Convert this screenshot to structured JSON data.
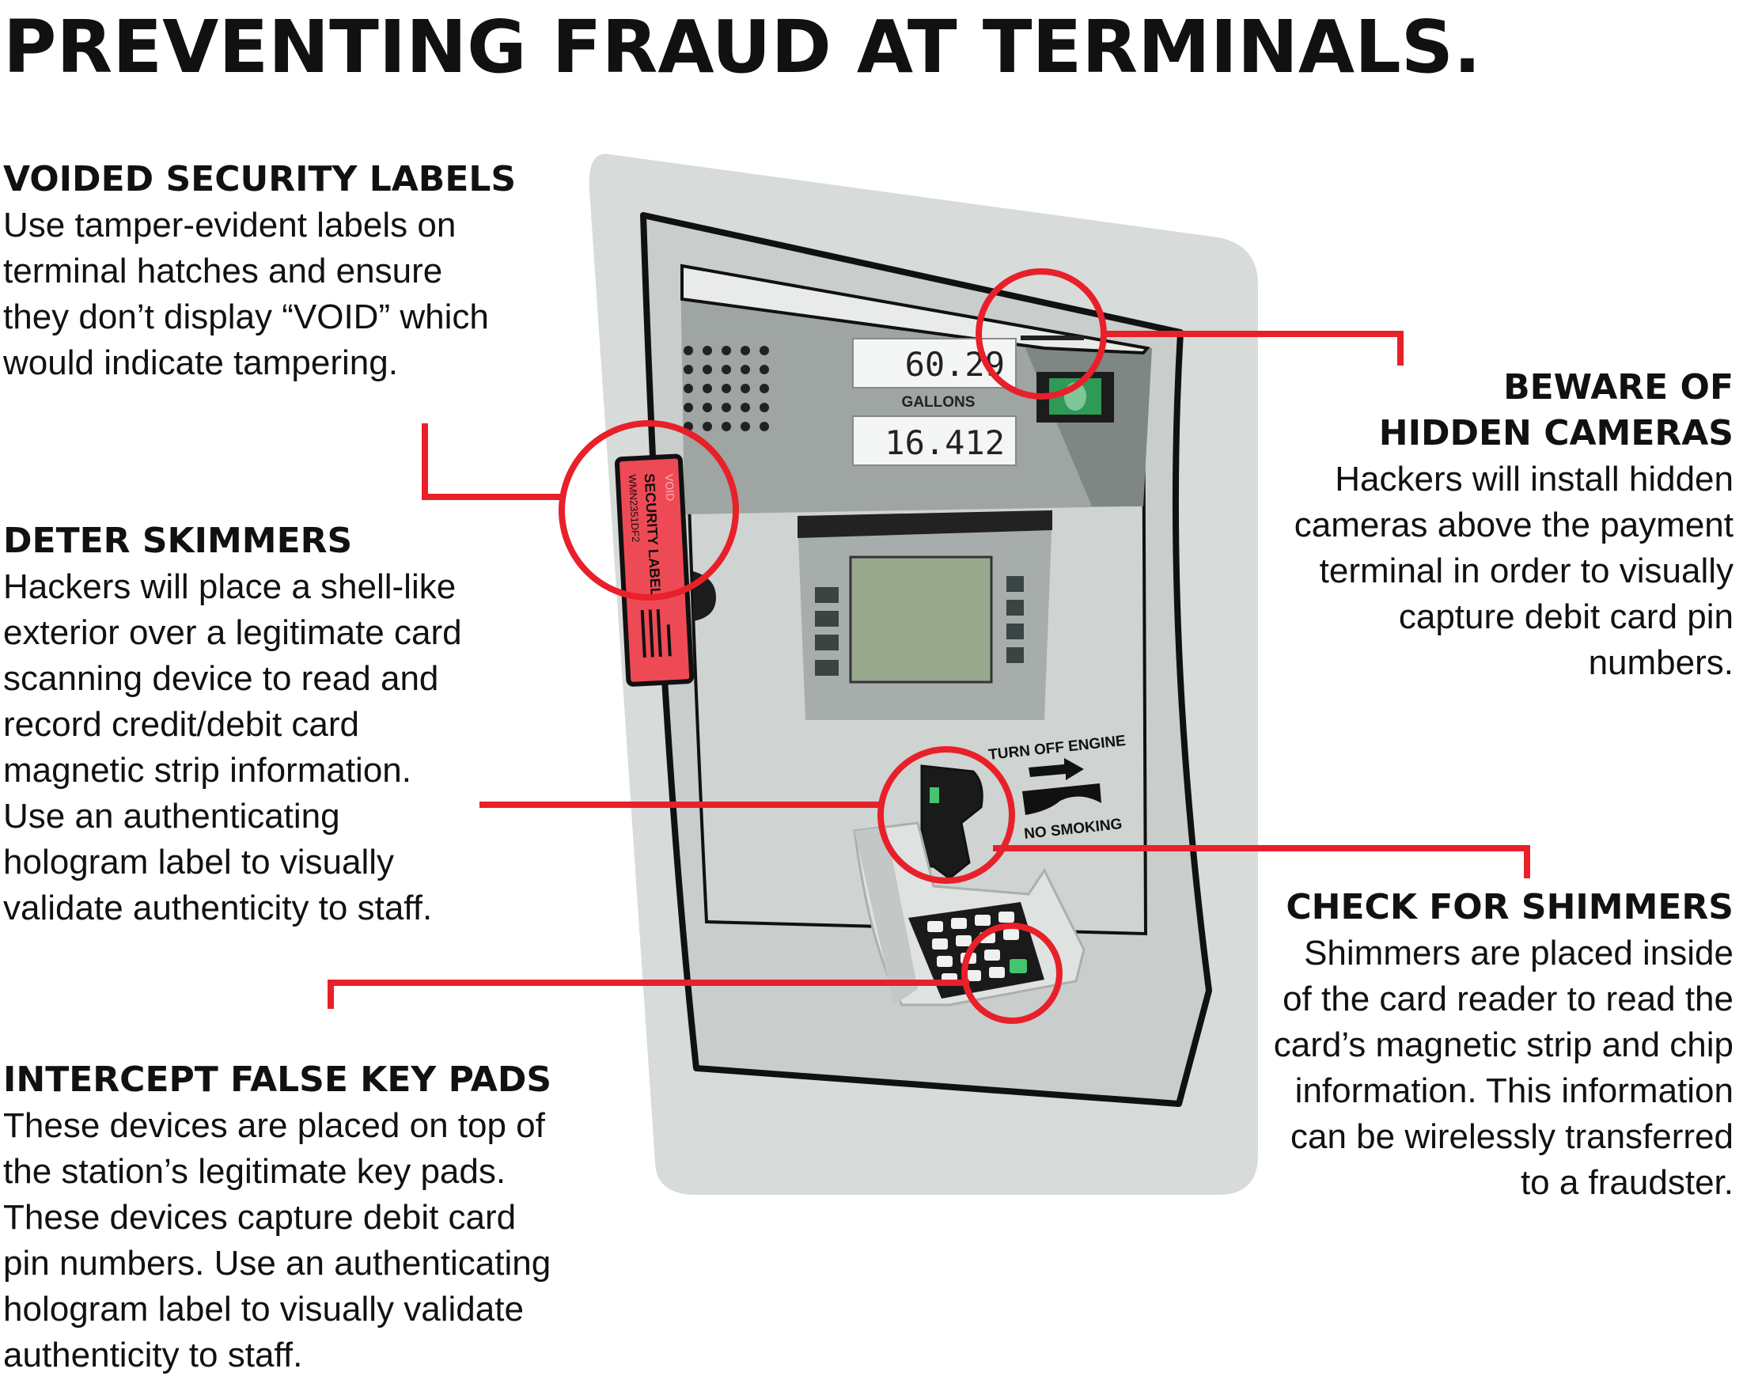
{
  "title": "PREVENTING FRAUD AT TERMINALS.",
  "callouts": {
    "voided_labels": {
      "heading": "VOIDED SECURITY LABELS",
      "lines": [
        "Use tamper-evident labels on",
        "terminal hatches and ensure",
        "they don’t display “VOID” which",
        "would indicate tampering."
      ]
    },
    "deter_skimmers": {
      "heading": "DETER SKIMMERS",
      "lines": [
        "Hackers will place a shell-like",
        "exterior over a legitimate card",
        "scanning device to read and",
        "record credit/debit card",
        "magnetic strip information.",
        "Use an authenticating",
        "hologram label to visually",
        "validate authenticity to staff."
      ]
    },
    "false_keypads": {
      "heading": "INTERCEPT FALSE KEY PADS",
      "lines": [
        "These devices are placed on top of",
        "the station’s legitimate key pads.",
        "These devices capture debit card",
        "pin numbers. Use an authenticating",
        "hologram label to visually validate",
        "authenticity to staff."
      ]
    },
    "hidden_cameras": {
      "heading_lines": [
        "BEWARE OF",
        "HIDDEN CAMERAS"
      ],
      "lines": [
        "Hackers will install hidden",
        "cameras above the payment",
        "terminal in order to visually",
        "capture debit card pin",
        "numbers."
      ]
    },
    "shimmers": {
      "heading": "CHECK FOR SHIMMERS",
      "lines": [
        "Shimmers are placed inside",
        "of the card reader to read the",
        "card’s magnetic strip and chip",
        "information. This information",
        "can be wirelessly transferred",
        "to a fraudster."
      ]
    }
  },
  "terminal": {
    "display_top": "60.29",
    "display_label": "GALLONS",
    "display_bottom": "16.412",
    "security_label_text": "SECURITY LABEL",
    "security_label_code": "WMN2351DF2",
    "void_text": "VOID",
    "sign_top": "TURN OFF ENGINE",
    "sign_bottom": "NO SMOKING"
  },
  "colors": {
    "accent_red": "#e8202a",
    "outline": "#111111",
    "panel_gray": "#c9cecc",
    "backing_gray": "#d7dbd9",
    "screen_green": "#97a88c",
    "bill_green": "#2e9a56"
  }
}
